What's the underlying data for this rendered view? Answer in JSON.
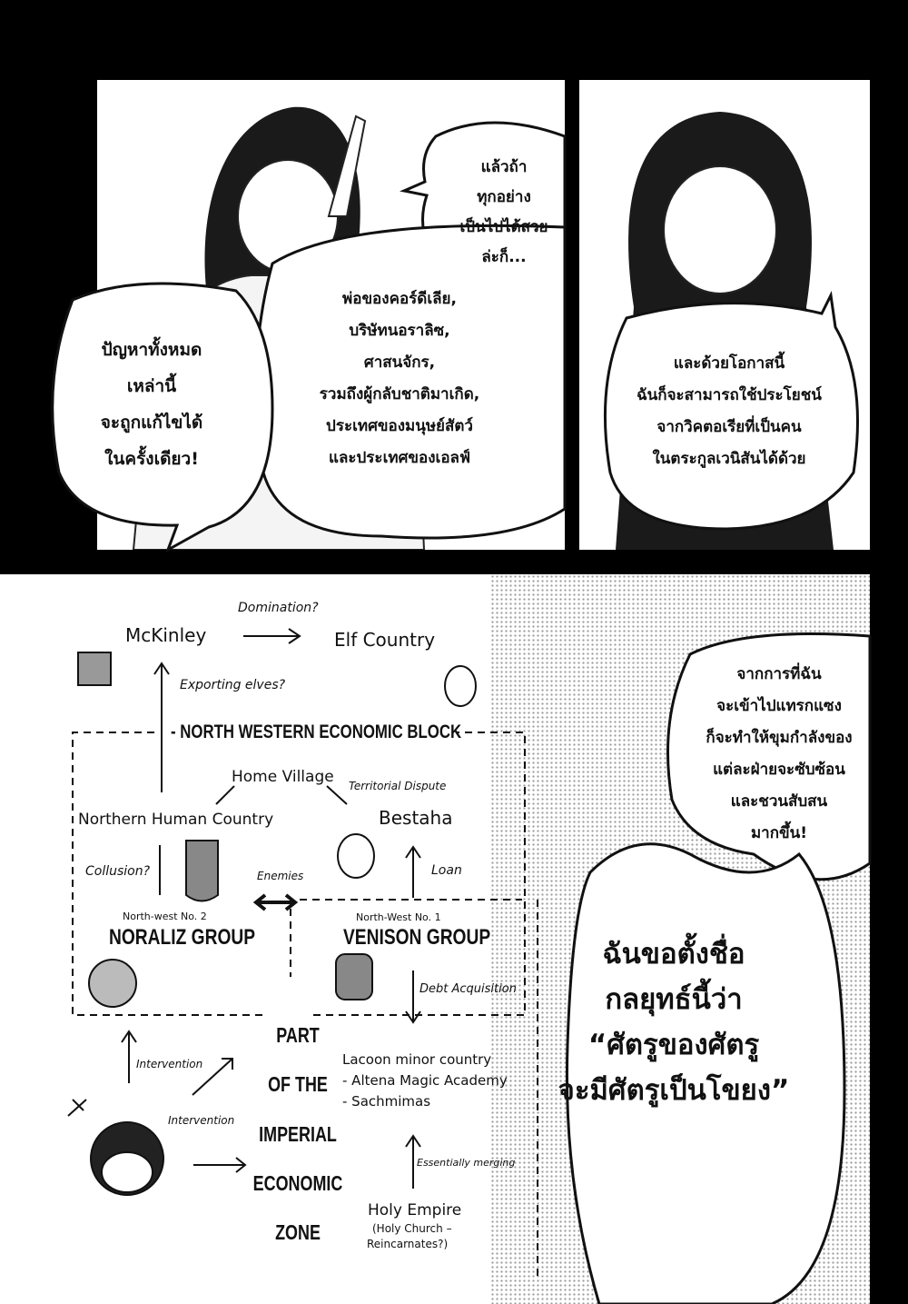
{
  "top_panels": {
    "left": {
      "bubble_a": [
        "แล้วถ้า",
        "ทุกอย่าง",
        "เป็นไปได้สวย",
        "ล่ะก็..."
      ],
      "bubble_b": [
        "พ่อของคอร์ดีเลีย,",
        "บริษัทนอราลิซ,",
        "ศาสนจักร,",
        "รวมถึงผู้กลับชาติมาเกิด,",
        "ประเทศของมนุษย์สัตว์",
        "และประเทศของเอลฟ์"
      ],
      "bubble_c": [
        "ปัญหาทั้งหมด",
        "เหล่านี้",
        "จะถูกแก้ไขได้",
        "ในครั้งเดียว!"
      ]
    },
    "right": {
      "bubble": [
        "และด้วยโอกาสนี้",
        "ฉันก็จะสามารถใช้ประโยชน์",
        "จากวิคตอเรียที่เป็นคน",
        "ในตระกูลเวนิสันได้ด้วย"
      ]
    }
  },
  "bottom_panel": {
    "bubble_a": [
      "จากการที่ฉัน",
      "จะเข้าไปแทรกแซง",
      "ก็จะทำให้ขุมกำลังของ",
      "แต่ละฝ่ายจะซับซ้อน",
      "และชวนสับสน",
      "มากขึ้น!"
    ],
    "bubble_b": [
      "ฉันขอตั้งชื่อ",
      "กลยุทธ์นี้ว่า",
      "“ศัตรูของศัตรู",
      "จะมีศัตรูเป็นโขยง”"
    ],
    "diagram": {
      "mckinley": "McKinley",
      "elf_country": "Elf Country",
      "domination": "Domination?",
      "exporting_elves": "Exporting elves?",
      "nw_block": "- NORTH WESTERN ECONOMIC BLOCK",
      "home_village": "Home Village",
      "territorial_dispute": "Territorial Dispute",
      "northern_human_country": "Northern Human Country",
      "bestaha": "Bestaha",
      "collusion": "Collusion?",
      "enemies": "Enemies",
      "loan": "Loan",
      "noraliz_sub": "North-west No. 2",
      "noraliz": "NORALIZ GROUP",
      "venison_sub": "North-West No. 1",
      "venison": "VENISON GROUP",
      "debt_acquisition": "Debt Acquisition",
      "intervention_1": "Intervention",
      "intervention_2": "Intervention",
      "imperial_zone": [
        "PART",
        "OF THE",
        "IMPERIAL",
        "ECONOMIC",
        "ZONE"
      ],
      "lacoon": "Lacoon minor country",
      "altena": "- Altena Magic Academy",
      "sachmimas": "- Sachmimas",
      "essentially_merging": "Essentially merging",
      "holy_empire": "Holy Empire",
      "holy_empire_sub1": "(Holy Church –",
      "holy_empire_sub2": "Reincarnates?)"
    }
  }
}
